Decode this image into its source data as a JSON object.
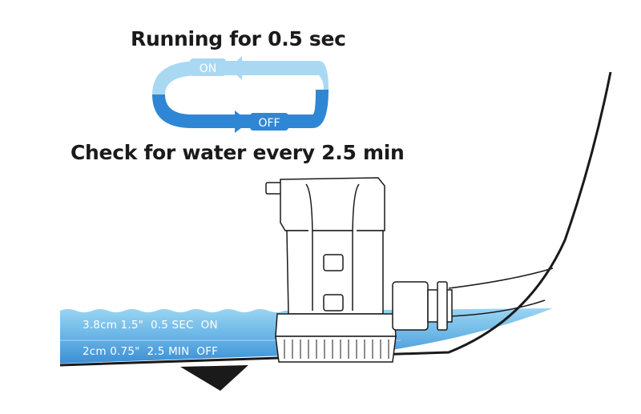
{
  "cycle": {
    "running_label": "Running for 0.5 sec",
    "on_label": "ON",
    "off_label": "OFF",
    "check_label": "Check for water every 2.5 min"
  },
  "water_levels": {
    "on_level": "3.8cm 1.5\"  0.5 SEC  ON",
    "off_level": "2cm 0.75\"  2.5 MIN  OFF"
  },
  "colors": {
    "arrow_light": "#a9d8f3",
    "arrow_dark": "#2f86d4",
    "water_top": "#8fd0f0",
    "water_bottom": "#3b8fd6",
    "outline": "#1a1a1a"
  }
}
